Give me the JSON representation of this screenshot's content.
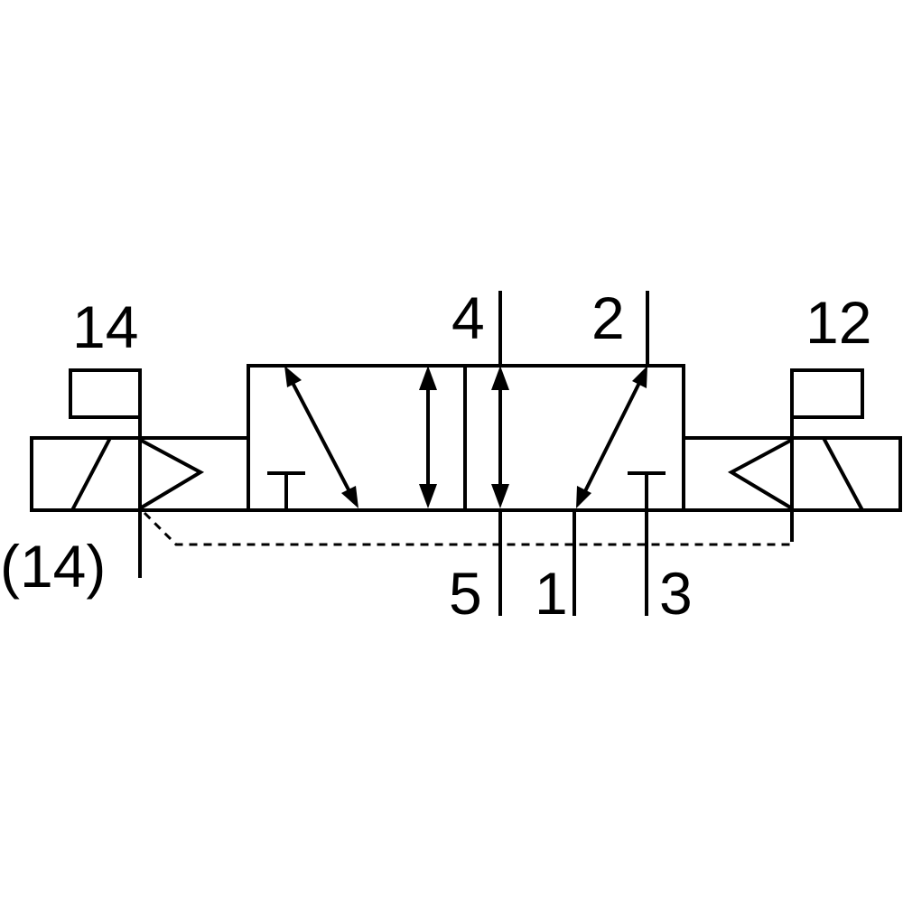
{
  "diagram": {
    "ports": {
      "p14": "14",
      "p14_paren": "(14)",
      "p12": "12",
      "p4": "4",
      "p2": "2",
      "p5": "5",
      "p1": "1",
      "p3": "3"
    },
    "colors": {
      "line": "#000000",
      "background": "#ffffff"
    }
  }
}
